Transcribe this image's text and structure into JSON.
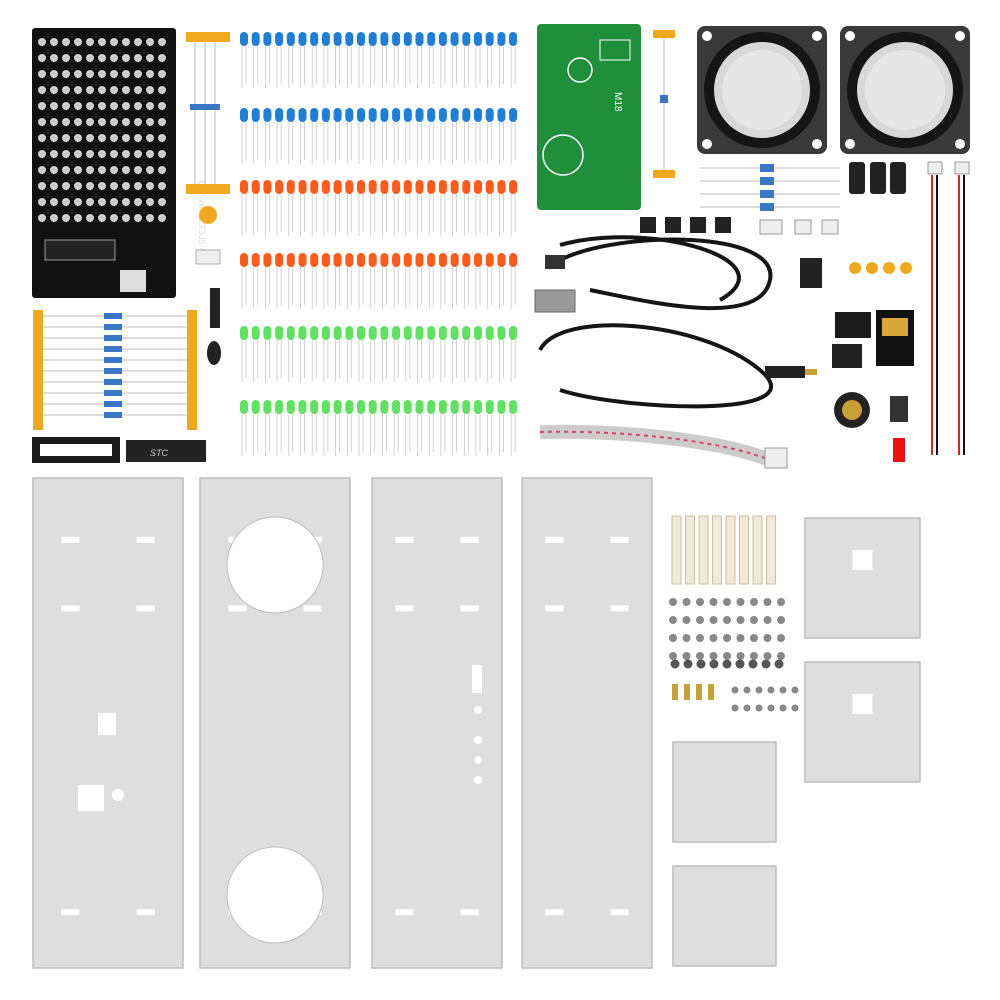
{
  "photo": {
    "background": "#ffffff"
  },
  "pcb_main": {
    "label_vertical": "DIY-SPECTRUM-V2.0",
    "chip_text": "STC",
    "color": "#111111"
  },
  "pcb_amp": {
    "label": "M18",
    "color": "#1f8f3a"
  },
  "led_rows": [
    {
      "color_name": "blue",
      "color": "#1e7fd8",
      "count": 24
    },
    {
      "color_name": "blue",
      "color": "#1e7fd8",
      "count": 24
    },
    {
      "color_name": "orange",
      "color": "#ff5a1a",
      "count": 24
    },
    {
      "color_name": "orange",
      "color": "#ff5a1a",
      "count": 24
    },
    {
      "color_name": "green",
      "color": "#5fe25f",
      "count": 24
    },
    {
      "color_name": "green",
      "color": "#5fe25f",
      "count": 24
    }
  ],
  "colors": {
    "acrylic": "#dedede",
    "acrylic_edge": "#bdbdbd",
    "tape": "#f2a81d",
    "speaker_frame": "#3a3a3a",
    "speaker_cone": "#d8d8d8",
    "cable": "#151515",
    "ribbon_red": "#d7466b"
  },
  "icons": [
    "speaker-icon",
    "usb-cable-icon",
    "audio-cable-icon",
    "resistor-icon",
    "capacitor-icon",
    "led-icon"
  ]
}
